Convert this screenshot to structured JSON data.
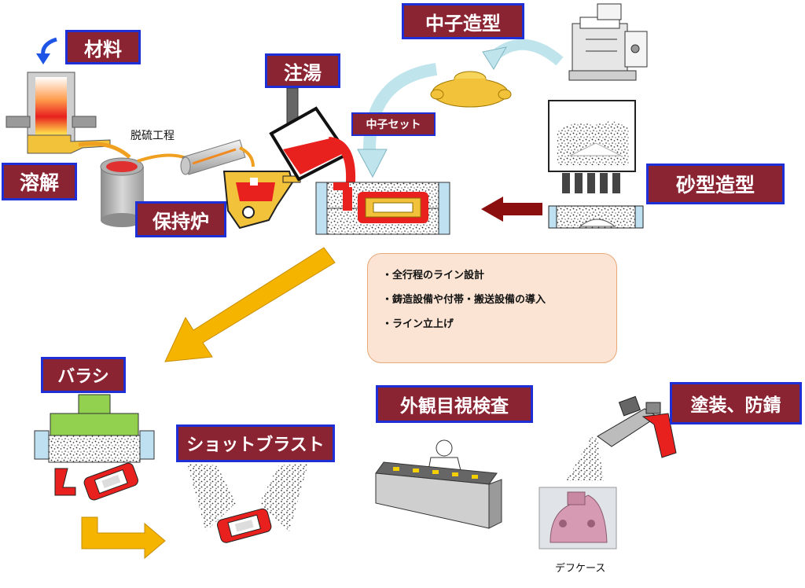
{
  "labels": {
    "material": "材料",
    "melting": "溶解",
    "holding_furnace": "保持炉",
    "desulfurization": "脱硫工程",
    "pouring": "注湯",
    "core_molding": "中子造型",
    "core_set": "中子セット",
    "sand_molding": "砂型造型",
    "deburring": "バラシ",
    "shot_blast": "ショットブラスト",
    "visual_inspection": "外観目視検査",
    "painting": "塗装、防錆",
    "diff_case": "デフケース"
  },
  "notes": [
    "・全行程のライン設計",
    "・鋳造設備や付帯・搬送設備の導入",
    "・ライン立上げ"
  ],
  "colors": {
    "label_bg": "#8a2432",
    "label_border": "#1f2fd6",
    "molten_metal": "#e8201e",
    "big_arrow": "#f5b400",
    "mold_arrow": "#8b0f0f",
    "core_arrow": "#bfe4ec",
    "note_bg": "#fbe4d4",
    "note_border": "#e9a877"
  }
}
